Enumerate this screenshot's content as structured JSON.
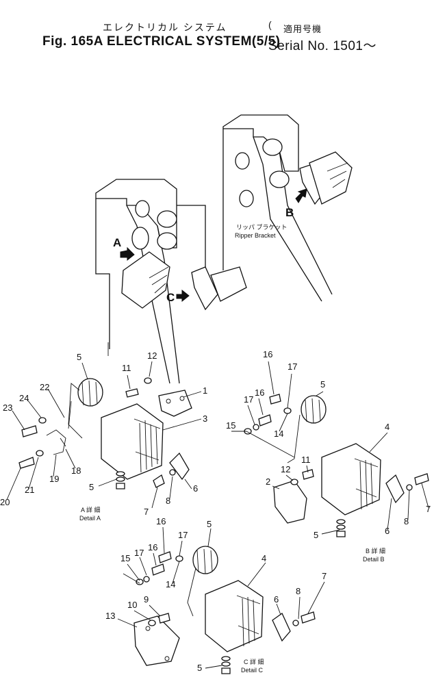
{
  "title": {
    "jp": "エレクトリカル システム",
    "en": "Fig. 165A ELECTRICAL SYSTEM(5/5)",
    "serial_jp": "適用号機",
    "serial_en": "Serial No. 1501～"
  },
  "labels": {
    "ripper_jp": "リッパ ブラケット",
    "ripper_en": "Ripper Bracket",
    "view_a": "A",
    "view_b": "B",
    "view_c": "C",
    "detail_a_jp": "A 詳 細",
    "detail_a_en": "Detail A",
    "detail_b_jp": "B 詳 細",
    "detail_b_en": "Detail B",
    "detail_c_jp": "C 詳 細",
    "detail_c_en": "Detail C"
  },
  "parts": {
    "a": [
      "5",
      "11",
      "12",
      "1",
      "3",
      "22",
      "24",
      "23",
      "20",
      "21",
      "19",
      "18",
      "5",
      "7",
      "8",
      "6"
    ],
    "b": [
      "16",
      "17",
      "5",
      "17",
      "16",
      "15",
      "14",
      "4",
      "11",
      "12",
      "2",
      "5",
      "6",
      "8",
      "7"
    ],
    "c": [
      "16",
      "17",
      "5",
      "15",
      "17",
      "16",
      "14",
      "4",
      "9",
      "10",
      "13",
      "6",
      "8",
      "7",
      "5"
    ]
  }
}
